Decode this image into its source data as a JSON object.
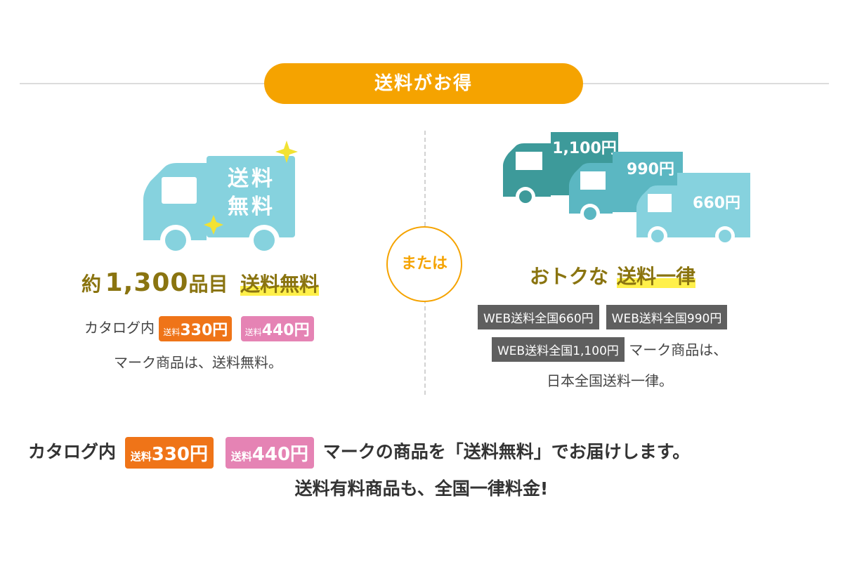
{
  "header": {
    "title": "送料がお得"
  },
  "or_label": "または",
  "left": {
    "truck_text_line1": "送料",
    "truck_text_line2": "無料",
    "title_prefix": "約",
    "title_count": "1,300",
    "title_unit": "品目",
    "title_highlight": "送料無料",
    "catalog_label": "カタログ内",
    "badge1_small": "送料",
    "badge1_price": "330円",
    "badge2_small": "送料",
    "badge2_price": "440円",
    "line2": "マーク商品は、送料無料。"
  },
  "right": {
    "truck_prices": [
      "1,100円",
      "990円",
      "660円"
    ],
    "title_prefix": "おトクな",
    "title_highlight": "送料一律",
    "tags": [
      "WEB送料全国660円",
      "WEB送料全国990円",
      "WEB送料全国1,100円"
    ],
    "line2_suffix": "マーク商品は、",
    "line3": "日本全国送料一律。"
  },
  "bottom": {
    "catalog_label": "カタログ内",
    "badge1_small": "送料",
    "badge1_price": "330円",
    "badge2_small": "送料",
    "badge2_price": "440円",
    "suffix": "マークの商品を「送料無料」でお届けします。",
    "line2": "送料有料商品も、全国一律料金!"
  },
  "colors": {
    "accent_orange": "#f5a300",
    "title_olive": "#8a7410",
    "highlight_yellow": "#fff04a",
    "badge_orange": "#ef7418",
    "badge_pink": "#e583b4",
    "tag_gray": "#5f5f5f",
    "truck_light_blue": "#86d2de",
    "truck_teal": "#3d9a9a",
    "truck_mid_teal": "#5bb7c2"
  }
}
